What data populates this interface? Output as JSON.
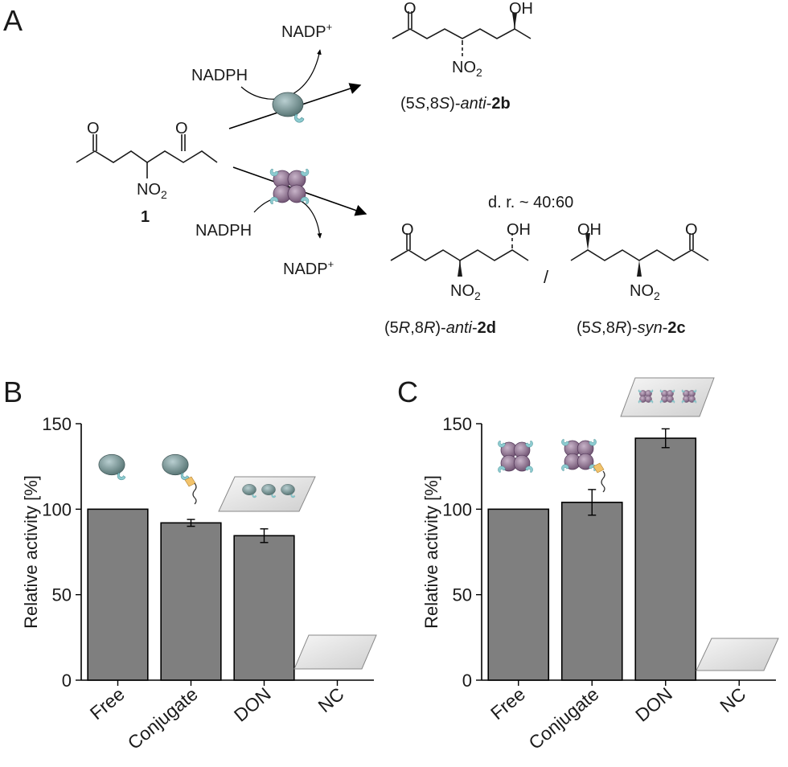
{
  "panels": {
    "A": "A",
    "B": "B",
    "C": "C"
  },
  "scheme": {
    "substrate_label": "1",
    "substrate_group": "NO2",
    "cofactor_reduced": "NADPH",
    "cofactor_oxidized": "NADP+",
    "product_top": {
      "name_prefix": "(5",
      "s1": "S",
      "mid": ",8",
      "s2": "S",
      "close": ")-",
      "stereo": "anti",
      "dash": "-",
      "compound": "2b",
      "oh": "OH",
      "no2": "NO2"
    },
    "dr_text": "d. r. ~ 40:60",
    "slash": "/",
    "product_d": {
      "name_prefix": "(5",
      "s1": "R",
      "mid": ",8",
      "s2": "R",
      "close": ")-",
      "stereo": "anti",
      "dash": "-",
      "compound": "2d",
      "oh": "OH",
      "no2": "NO2"
    },
    "product_c": {
      "name_prefix": "(5",
      "s1": "S",
      "mid": ",8",
      "s2": "R",
      "close": ")-",
      "stereo": "syn",
      "dash": "-",
      "compound": "2c",
      "oh": "OH",
      "no2": "NO2"
    },
    "carbonyl_o": "O"
  },
  "colors": {
    "bar_fill": "#7f7f7f",
    "bar_stroke": "#000000",
    "enzyme_monomer": "#6f8f92",
    "enzyme_tetramer": "#8a6f8c",
    "binding_site": "#8ccbd0",
    "tag": "#f2c36b",
    "surface": "#e3e3e3"
  },
  "chart_data": [
    {
      "type": "bar",
      "panel": "B",
      "categories": [
        "Free",
        "Conjugate",
        "DON",
        "NC"
      ],
      "values": [
        100,
        92,
        84.5,
        0
      ],
      "errors": [
        0,
        2,
        4,
        0
      ],
      "ylabel": "Relative activity [%]",
      "ylim": [
        0,
        150
      ],
      "yticks": [
        "0",
        "50",
        "100",
        "150"
      ],
      "grid": false
    },
    {
      "type": "bar",
      "panel": "C",
      "categories": [
        "Free",
        "Conjugate",
        "DON",
        "NC"
      ],
      "values": [
        100,
        104,
        141.5,
        0
      ],
      "errors": [
        0,
        7.5,
        5.5,
        0
      ],
      "ylabel": "Relative activity [%]",
      "ylim": [
        0,
        150
      ],
      "yticks": [
        "0",
        "50",
        "100",
        "150"
      ],
      "grid": false
    }
  ]
}
